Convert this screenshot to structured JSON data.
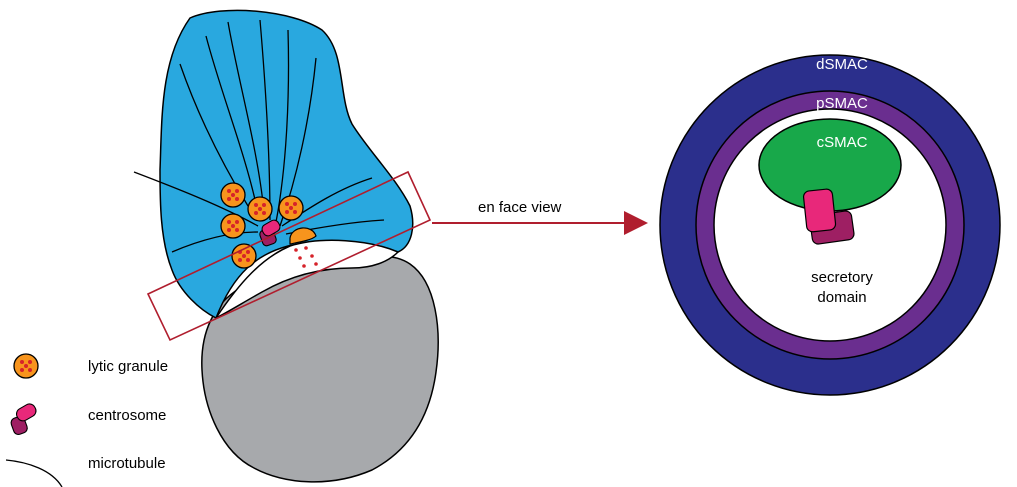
{
  "arrow": {
    "label": "en face view"
  },
  "synapse": {
    "rings": {
      "dsmac": {
        "label": "dSMAC",
        "color": "#2B2F8C"
      },
      "psmac": {
        "label": "pSMAC",
        "color": "#6A2E8F"
      },
      "csmac": {
        "label": "cSMAC",
        "color": "#18A84A"
      }
    },
    "secretory_label": [
      "secretory",
      "domain"
    ]
  },
  "legend": {
    "items": [
      {
        "label": "lytic granule",
        "icon": "lytic-granule-icon"
      },
      {
        "label": "centrosome",
        "icon": "centrosome-icon"
      },
      {
        "label": "microtubule",
        "icon": "microtubule-icon"
      }
    ]
  },
  "colors": {
    "nk_cell": "#29A8DF",
    "target_cell": "#A7A9AC",
    "granule": "#F7941D",
    "granule_dot": "#D6232A",
    "centrosome_front": "#E8287A",
    "centrosome_back": "#9E1F63",
    "highlight_box": "#B01E2E"
  }
}
